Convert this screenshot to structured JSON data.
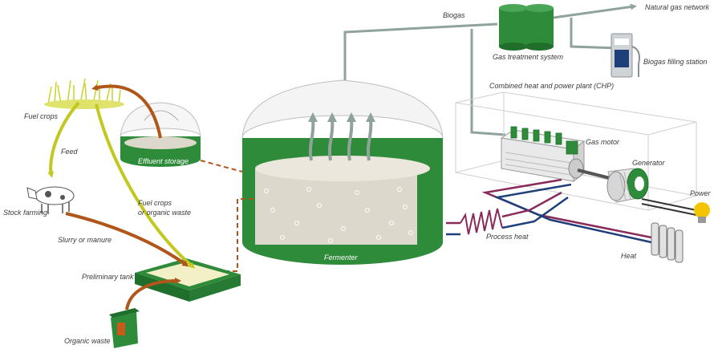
{
  "labels": {
    "biogas": "Biogas",
    "natural_gas_network": "Natural gas network",
    "gas_treatment_system": "Gas treatment system",
    "biogas_filling_station": "Biogas filling station",
    "chp": "Combined heat and power plant (CHP)",
    "gas_motor": "Gas motor",
    "generator": "Generator",
    "power": "Power",
    "process_heat": "Process heat",
    "heat": "Heat",
    "fermenter": "Fermenter",
    "effluent_storage": "Effluent storage",
    "fuel_crops": "Fuel crops",
    "feed": "Feed",
    "stock_farming": "Stock farming",
    "slurry_or_manure": "Slurry or manure",
    "fuel_crops_or_organic_waste_1": "Fuel crops",
    "fuel_crops_or_organic_waste_2": "or organic waste",
    "preliminary_tank": "Preliminary tank",
    "organic_waste": "Organic waste"
  },
  "colors": {
    "tank_green": "#2e8b3a",
    "dark_green": "#1f6e2b",
    "pipe_grey": "#8fa39a",
    "arrow_brown": "#b0561a",
    "arrow_yellow": "#c3c820",
    "heat_purple": "#8a2a5a",
    "heat_blue": "#1f3f7a",
    "slurry": "#ddd8cc"
  },
  "icons": [
    "cow-icon",
    "radiator-icon",
    "lightbulb-icon",
    "gas-pump-icon",
    "waste-bin-icon",
    "grass-icon"
  ]
}
